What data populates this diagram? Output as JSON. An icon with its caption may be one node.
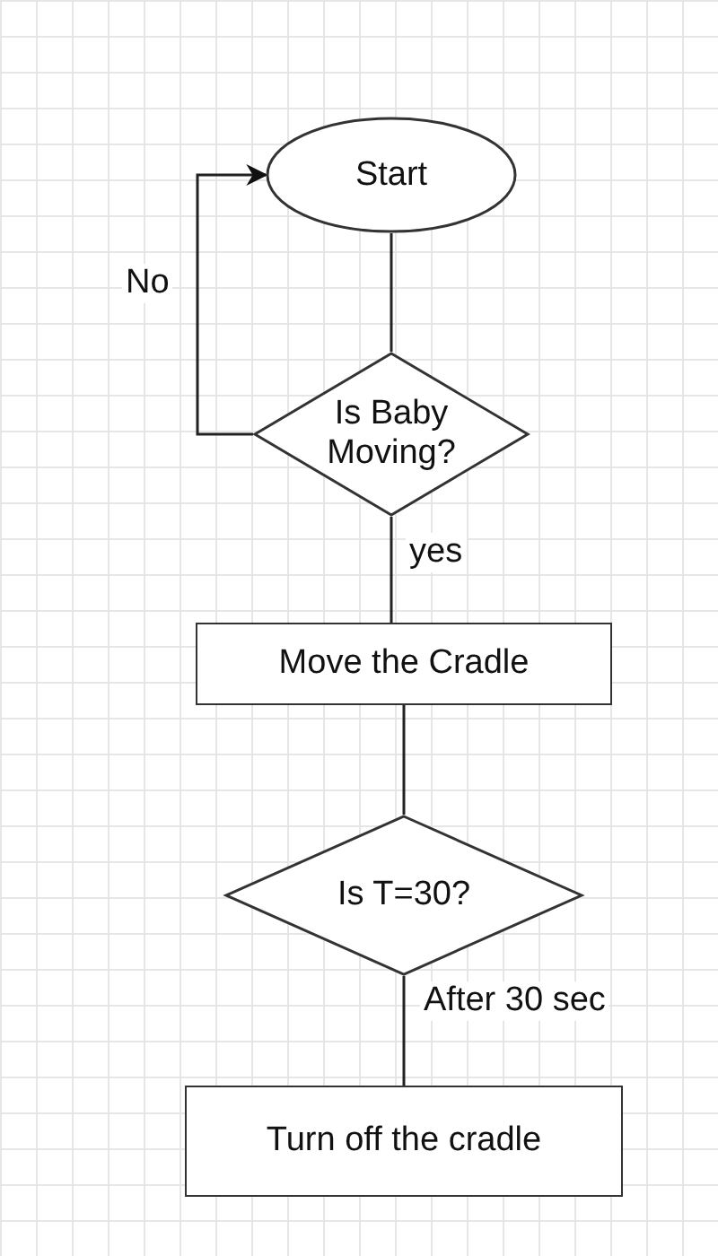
{
  "diagram": {
    "nodes": [
      {
        "text": [
          "Start"
        ]
      },
      {
        "text": [
          "Is Baby Moving?"
        ]
      },
      {
        "text": [
          "Move the Cradle"
        ]
      },
      {
        "text": [
          "Is T=30?"
        ]
      },
      {
        "text": [
          "Turn off the cradle"
        ]
      }
    ],
    "edges": [
      {
        "from": 0,
        "to": 1,
        "arrow": "none"
      },
      {
        "from": 1,
        "to": 0,
        "arrow": "to",
        "label": "No"
      },
      {
        "from": 1,
        "to": 2,
        "arrow": "none",
        "label": "yes"
      },
      {
        "from": 2,
        "to": 3,
        "arrow": "none"
      },
      {
        "from": 3,
        "to": 4,
        "arrow": "none",
        "label": "After 30 sec"
      }
    ]
  }
}
